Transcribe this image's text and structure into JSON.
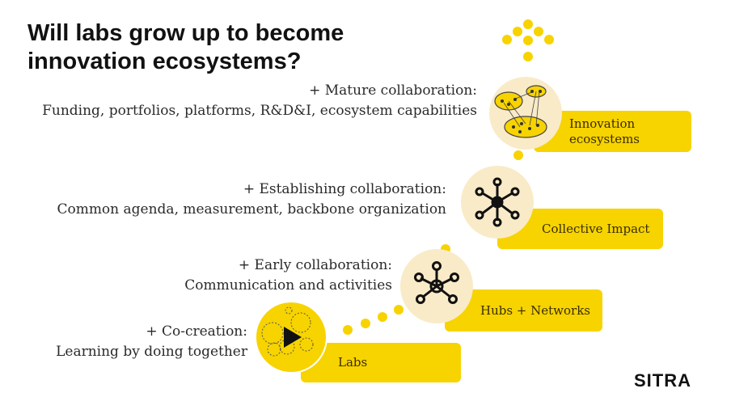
{
  "title": {
    "line1": "Will labs grow up to become",
    "line2": "innovation ecosystems?"
  },
  "stages": [
    {
      "heading": "+ Co-creation:",
      "detail": "Learning by doing together",
      "label": "Labs",
      "icon": "play-bubbles-icon"
    },
    {
      "heading": "+ Early collaboration:",
      "detail": "Communication and activities",
      "label": "Hubs + Networks",
      "icon": "hub-network-icon"
    },
    {
      "heading": "+ Establishing collaboration:",
      "detail": "Common agenda, measurement, backbone organization",
      "label": "Collective Impact",
      "icon": "collective-network-icon"
    },
    {
      "heading": "+ Mature collaboration:",
      "detail": "Funding, portfolios, platforms, R&D&I, ecosystem capabilities",
      "label": "Innovation ecosystems",
      "icon": "ecosystem-clusters-icon"
    }
  ],
  "logo": "SITRA",
  "colors": {
    "yellow": "#f7d300",
    "pale": "#f9ebc8"
  }
}
